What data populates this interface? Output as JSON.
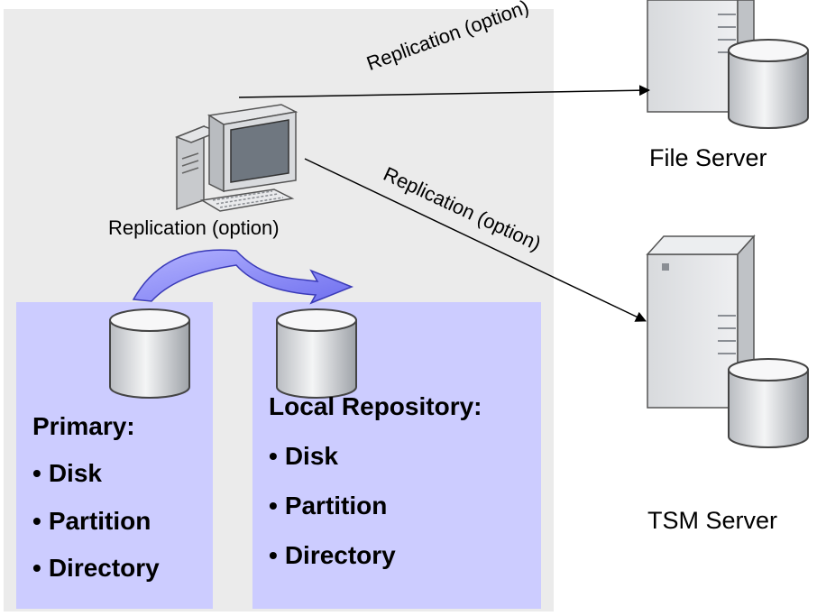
{
  "client": {
    "label": "Replication (option)",
    "icon": "desktop-computer-icon"
  },
  "primary": {
    "title": "Primary:",
    "items": [
      "Disk",
      "Partition",
      "Directory"
    ],
    "icon": "database-cylinder-icon"
  },
  "local_repository": {
    "title": "Local Repository:",
    "items": [
      "Disk",
      "Partition",
      "Directory"
    ],
    "icon": "database-cylinder-icon"
  },
  "file_server": {
    "label": "File Server",
    "icon": "tower-server-icon"
  },
  "tsm_server": {
    "label": "TSM Server",
    "icon": "tower-server-icon"
  },
  "arrows": {
    "to_file_server": "Replication (option)",
    "to_tsm_server": "Replication (option)"
  },
  "bullet_char": "•",
  "colors": {
    "panel_bg": "#ebebeb",
    "store_bg": "#ccccff",
    "arrow_fill": "#8a8aff"
  }
}
